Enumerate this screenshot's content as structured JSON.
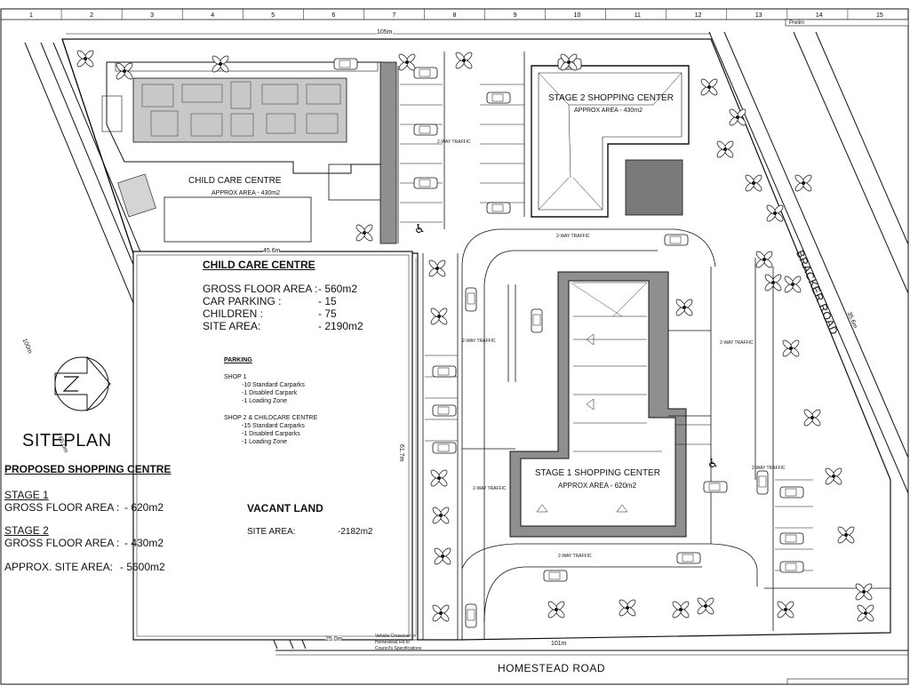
{
  "sheet": {
    "grid_columns": [
      "1",
      "2",
      "3",
      "4",
      "5",
      "6",
      "7",
      "8",
      "9",
      "10",
      "11",
      "12",
      "13",
      "14",
      "15"
    ],
    "titleblock_label": "Prelim"
  },
  "drawing": {
    "title": "SITEPLAN",
    "subtitle": "PROPOSED SHOPPING CENTRE",
    "stage1": {
      "label": "STAGE 1",
      "gfa_label": "GROSS FLOOR AREA :",
      "gfa_value": "- 620m2"
    },
    "stage2": {
      "label": "STAGE 2",
      "gfa_label": "GROSS FLOOR AREA :",
      "gfa_value": "- 430m2"
    },
    "site_area": {
      "label": "APPROX. SITE AREA:",
      "value": "- 5600m2"
    }
  },
  "child_care_panel": {
    "heading": "CHILD CARE CENTRE",
    "rows": [
      {
        "label": "GROSS FLOOR AREA :",
        "value": "- 560m2"
      },
      {
        "label": "CAR PARKING :",
        "value": "- 15"
      },
      {
        "label": "CHILDREN :",
        "value": "- 75"
      },
      {
        "label": "SITE AREA:",
        "value": "- 2190m2"
      }
    ]
  },
  "parking_panel": {
    "heading": "PARKING",
    "shop1_title": "SHOP 1",
    "shop1_items": [
      "-10 Standard Carparks",
      "-1 Disabled Carpark",
      "-1 Loading Zone"
    ],
    "shop2_title": "SHOP 2 & CHILDCARE CENTRE",
    "shop2_items": [
      "-15 Standard Carparks",
      "-1 Disabled Carparks",
      "-1 Loading Zone"
    ]
  },
  "vacant_land": {
    "heading": "VACANT LAND",
    "site_label": "SITE AREA:",
    "site_value": "-2182m2"
  },
  "buildings": {
    "child_care": {
      "name": "CHILD CARE CENTRE",
      "area": "APPROX AREA - 430m2"
    },
    "stage2": {
      "name": "STAGE 2 SHOPPING CENTER",
      "area": "APPROX AREA - 430m2"
    },
    "stage1": {
      "name": "STAGE 1 SHOPPING CENTER",
      "area": "APPROX AREA - 620m2"
    }
  },
  "roads": {
    "homestead": "HOMESTEAD ROAD",
    "bracker": "BRACKER ROAD"
  },
  "dimensions": {
    "top": "105m",
    "left": "100m",
    "child_bottom": "45.6m",
    "middle": "61.7m",
    "vacant_bottom": "25.0m",
    "bottom_right": "101m",
    "right": "35.6m",
    "left_inner": "65.0m"
  },
  "traffic_labels": [
    "2-WAY TRAFFIC",
    "2-WAY TRAFFIC",
    "2-WAY TRAFFIC",
    "2-WAY TRAFFIC",
    "2-WAY TRAFFIC",
    "2-WAY TRAFFIC",
    "2-WAY TRAFFIC"
  ],
  "crossover_note": [
    "Vehicle Crossover to",
    "Homestead Rd to",
    "Council's Specifications"
  ],
  "colors": {
    "line": "#111111",
    "shade": "#8f8f8f",
    "light_shade": "#bdbdbd",
    "roof": "#7a7a7a"
  }
}
